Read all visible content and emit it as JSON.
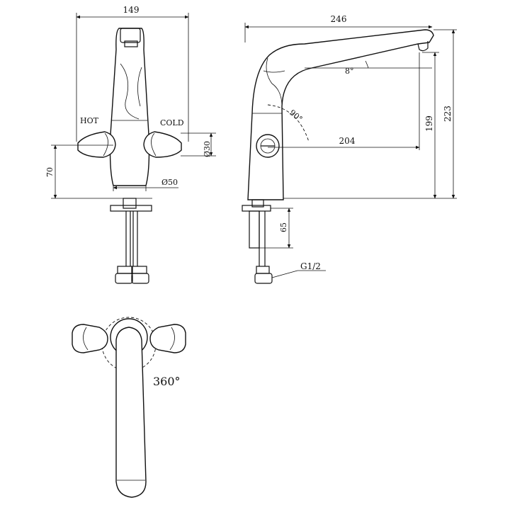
{
  "front_view": {
    "width_label": "149",
    "hot_label": "HOT",
    "cold_label": "COLD",
    "handle_dia_label": "Ø30",
    "base_dia_label": "Ø50",
    "height_label": "70"
  },
  "side_view": {
    "spout_length_label": "246",
    "spout_angle_label": "8°",
    "pivot_angle_label": "90°",
    "reach_label": "204",
    "spout_height_label": "199",
    "total_height_label": "223",
    "shank_label": "65",
    "thread_label": "G1/2"
  },
  "top_view": {
    "rotation_label": "360°"
  }
}
